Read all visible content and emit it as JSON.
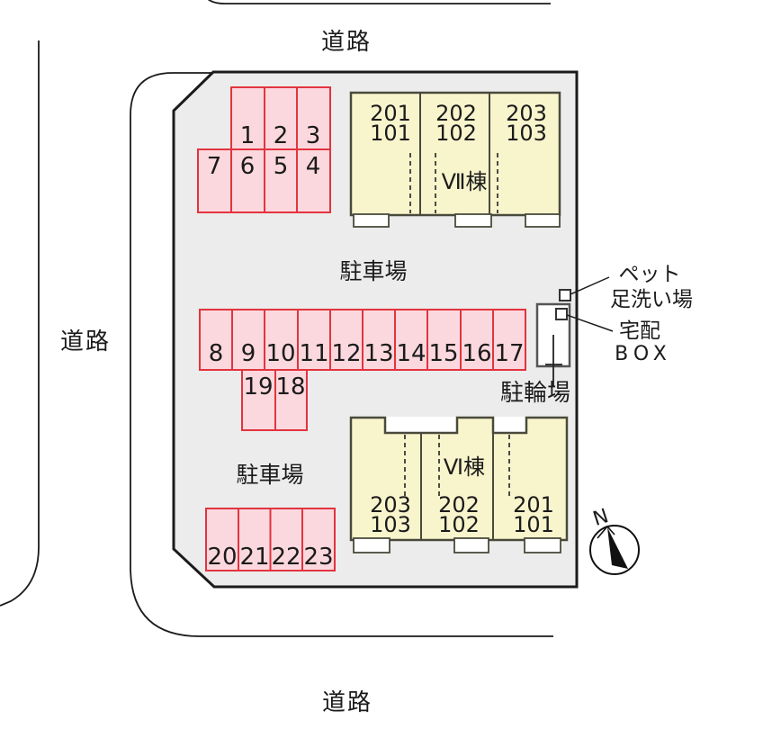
{
  "diagram": {
    "roads": {
      "top": "道路",
      "left": "道路",
      "bottom": "道路"
    },
    "site": {
      "parking_label_top": "駐車場",
      "parking_label_bottom": "駐車場",
      "bicycle_label": "駐輪場"
    },
    "parking": {
      "row_a": [
        "1",
        "2",
        "3"
      ],
      "row_b": [
        "7",
        "6",
        "5",
        "4"
      ],
      "row_c": [
        "8",
        "9",
        "10",
        "11",
        "12",
        "13",
        "14",
        "15",
        "16",
        "17"
      ],
      "row_d": [
        "19",
        "18"
      ],
      "row_e": [
        "20",
        "21",
        "22",
        "23"
      ]
    },
    "buildings": {
      "vii": {
        "name": "Ⅶ棟",
        "units": [
          [
            "201",
            "101"
          ],
          [
            "202",
            "102"
          ],
          [
            "203",
            "103"
          ]
        ]
      },
      "vi": {
        "name": "Ⅵ棟",
        "units": [
          [
            "203",
            "103"
          ],
          [
            "202",
            "102"
          ],
          [
            "201",
            "101"
          ]
        ]
      }
    },
    "annotations": {
      "pet_wash_line1": "ペット",
      "pet_wash_line2": "足洗い場",
      "delivery_line1": "宅配",
      "delivery_line2": "BOX",
      "compass_north": "N"
    },
    "colors": {
      "site_fill": "#ECECEC",
      "parking_fill": "#FBD8DE",
      "parking_border": "#E2343E",
      "building_fill": "#F8F4CC",
      "building_border": "#4A4A3C",
      "line": "#1B1B1B"
    }
  }
}
